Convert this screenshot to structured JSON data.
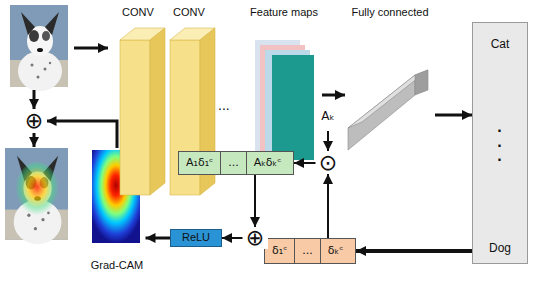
{
  "diagram": {
    "nodes": [
      {
        "text": [
          "CONV"
        ]
      },
      {
        "text": [
          "CONV"
        ]
      },
      {
        "text": [
          "Feature maps"
        ]
      },
      {
        "text": [
          "Fully connected"
        ]
      },
      {
        "text": [
          "Cat",
          "·",
          "·",
          "·",
          "Dog"
        ]
      },
      {
        "text": [
          "δ₁ᶜ",
          "...",
          "δₖᶜ"
        ]
      },
      {
        "text": [
          "A₁δ₁ᶜ",
          "...",
          "Aₖδₖᶜ"
        ]
      },
      {
        "text": [
          "⊙"
        ]
      },
      {
        "text": [
          "⊕"
        ]
      },
      {
        "text": [
          "ReLU"
        ]
      },
      {
        "text": [
          "Grad-CAM"
        ]
      },
      {
        "text": [
          "⊕"
        ]
      }
    ],
    "edges": [
      {
        "from": 2,
        "to": 3,
        "arrow": "to"
      },
      {
        "from": 3,
        "to": 4,
        "arrow": "to"
      },
      {
        "from": 4,
        "to": 5,
        "arrow": "to"
      },
      {
        "from": 5,
        "to": 7,
        "arrow": "to"
      },
      {
        "from": 7,
        "to": 6,
        "arrow": "to"
      },
      {
        "from": 6,
        "to": 8,
        "arrow": "to"
      },
      {
        "from": 8,
        "to": 9,
        "arrow": "to"
      },
      {
        "from": 9,
        "to": 10,
        "arrow": "to"
      },
      {
        "from": 10,
        "to": 11,
        "arrow": "to"
      }
    ],
    "labels": [
      "...",
      "Aₖ"
    ]
  }
}
